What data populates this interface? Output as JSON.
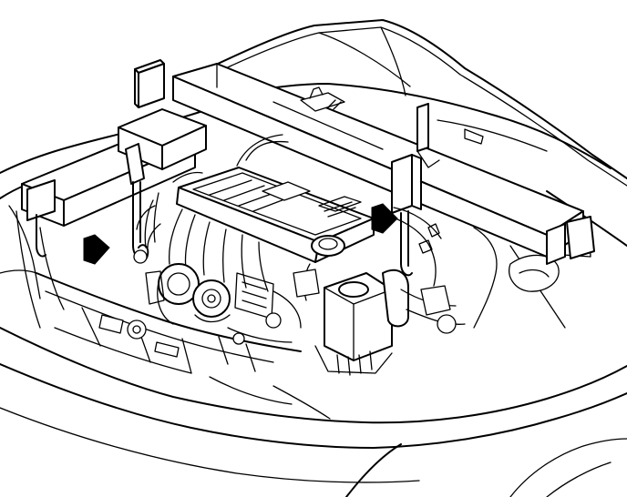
{
  "figure": {
    "subject": "engine-support-fixture-installed-over-engine-compartment",
    "arrows": [
      {
        "name": "left-attachment-indicator",
        "direction": "right"
      },
      {
        "name": "right-attachment-indicator",
        "direction": "right"
      }
    ],
    "colors": {
      "line": "#000000",
      "background": "#ffffff"
    }
  }
}
